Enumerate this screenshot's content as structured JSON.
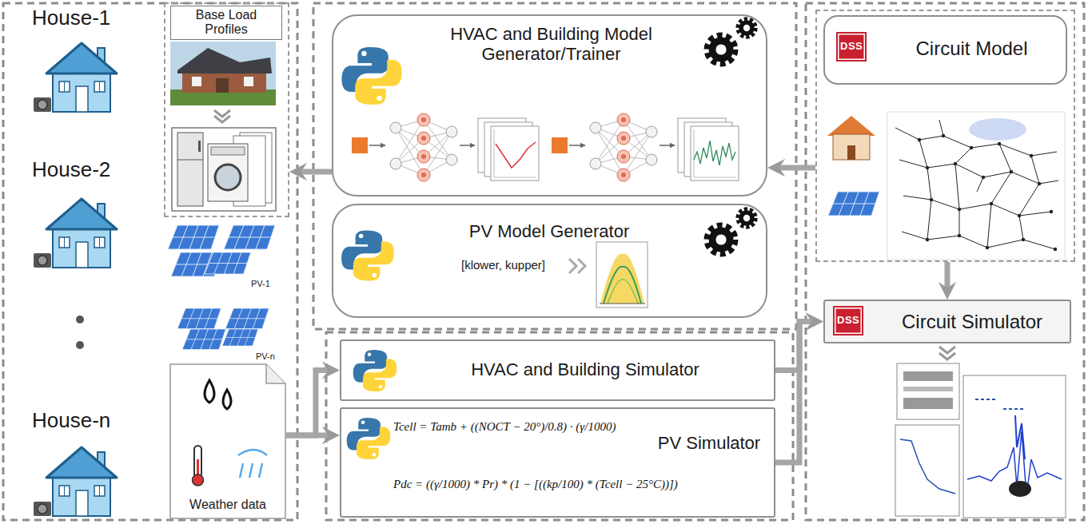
{
  "diagram": {
    "nodes": [
      {
        "text": [
          "Base Load Profiles"
        ]
      },
      {
        "text": [
          "HVAC and Building Model Generator/Trainer"
        ]
      },
      {
        "text": [
          "DSS",
          "Circuit Model"
        ]
      },
      {
        "text": [
          "PV Model Generator",
          "[klower, kupper]"
        ]
      },
      {
        "text": [
          "DSS",
          "Circuit Simulator"
        ]
      },
      {
        "text": [
          "HVAC and Building Simulator"
        ]
      },
      {
        "text": [
          "Weather data"
        ]
      },
      {
        "text": [
          "Tcell = Tamb + ((NOCT − 20°)/0.8) · (γ/1000)",
          "PV Simulator",
          "Pdc = ((γ/1000) * Pr) * (1 − [((kp/100) * (Tcell − 25°C))])"
        ]
      }
    ],
    "edges": [
      {
        "from": 2,
        "to": 1,
        "arrow": "to"
      },
      {
        "from": 1,
        "to": 0,
        "arrow": "to"
      },
      {
        "from": 6,
        "to": 5,
        "arrow": "to"
      },
      {
        "from": 6,
        "to": 7,
        "arrow": "to"
      },
      {
        "from": 5,
        "to": 4,
        "arrow": "to"
      },
      {
        "from": 7,
        "to": 4,
        "arrow": "to"
      },
      {
        "from": 2,
        "to": 4,
        "arrow": "to"
      }
    ],
    "labels": [
      "House-1",
      "House-2",
      "PV-1",
      "PV-n",
      "House-n"
    ]
  }
}
